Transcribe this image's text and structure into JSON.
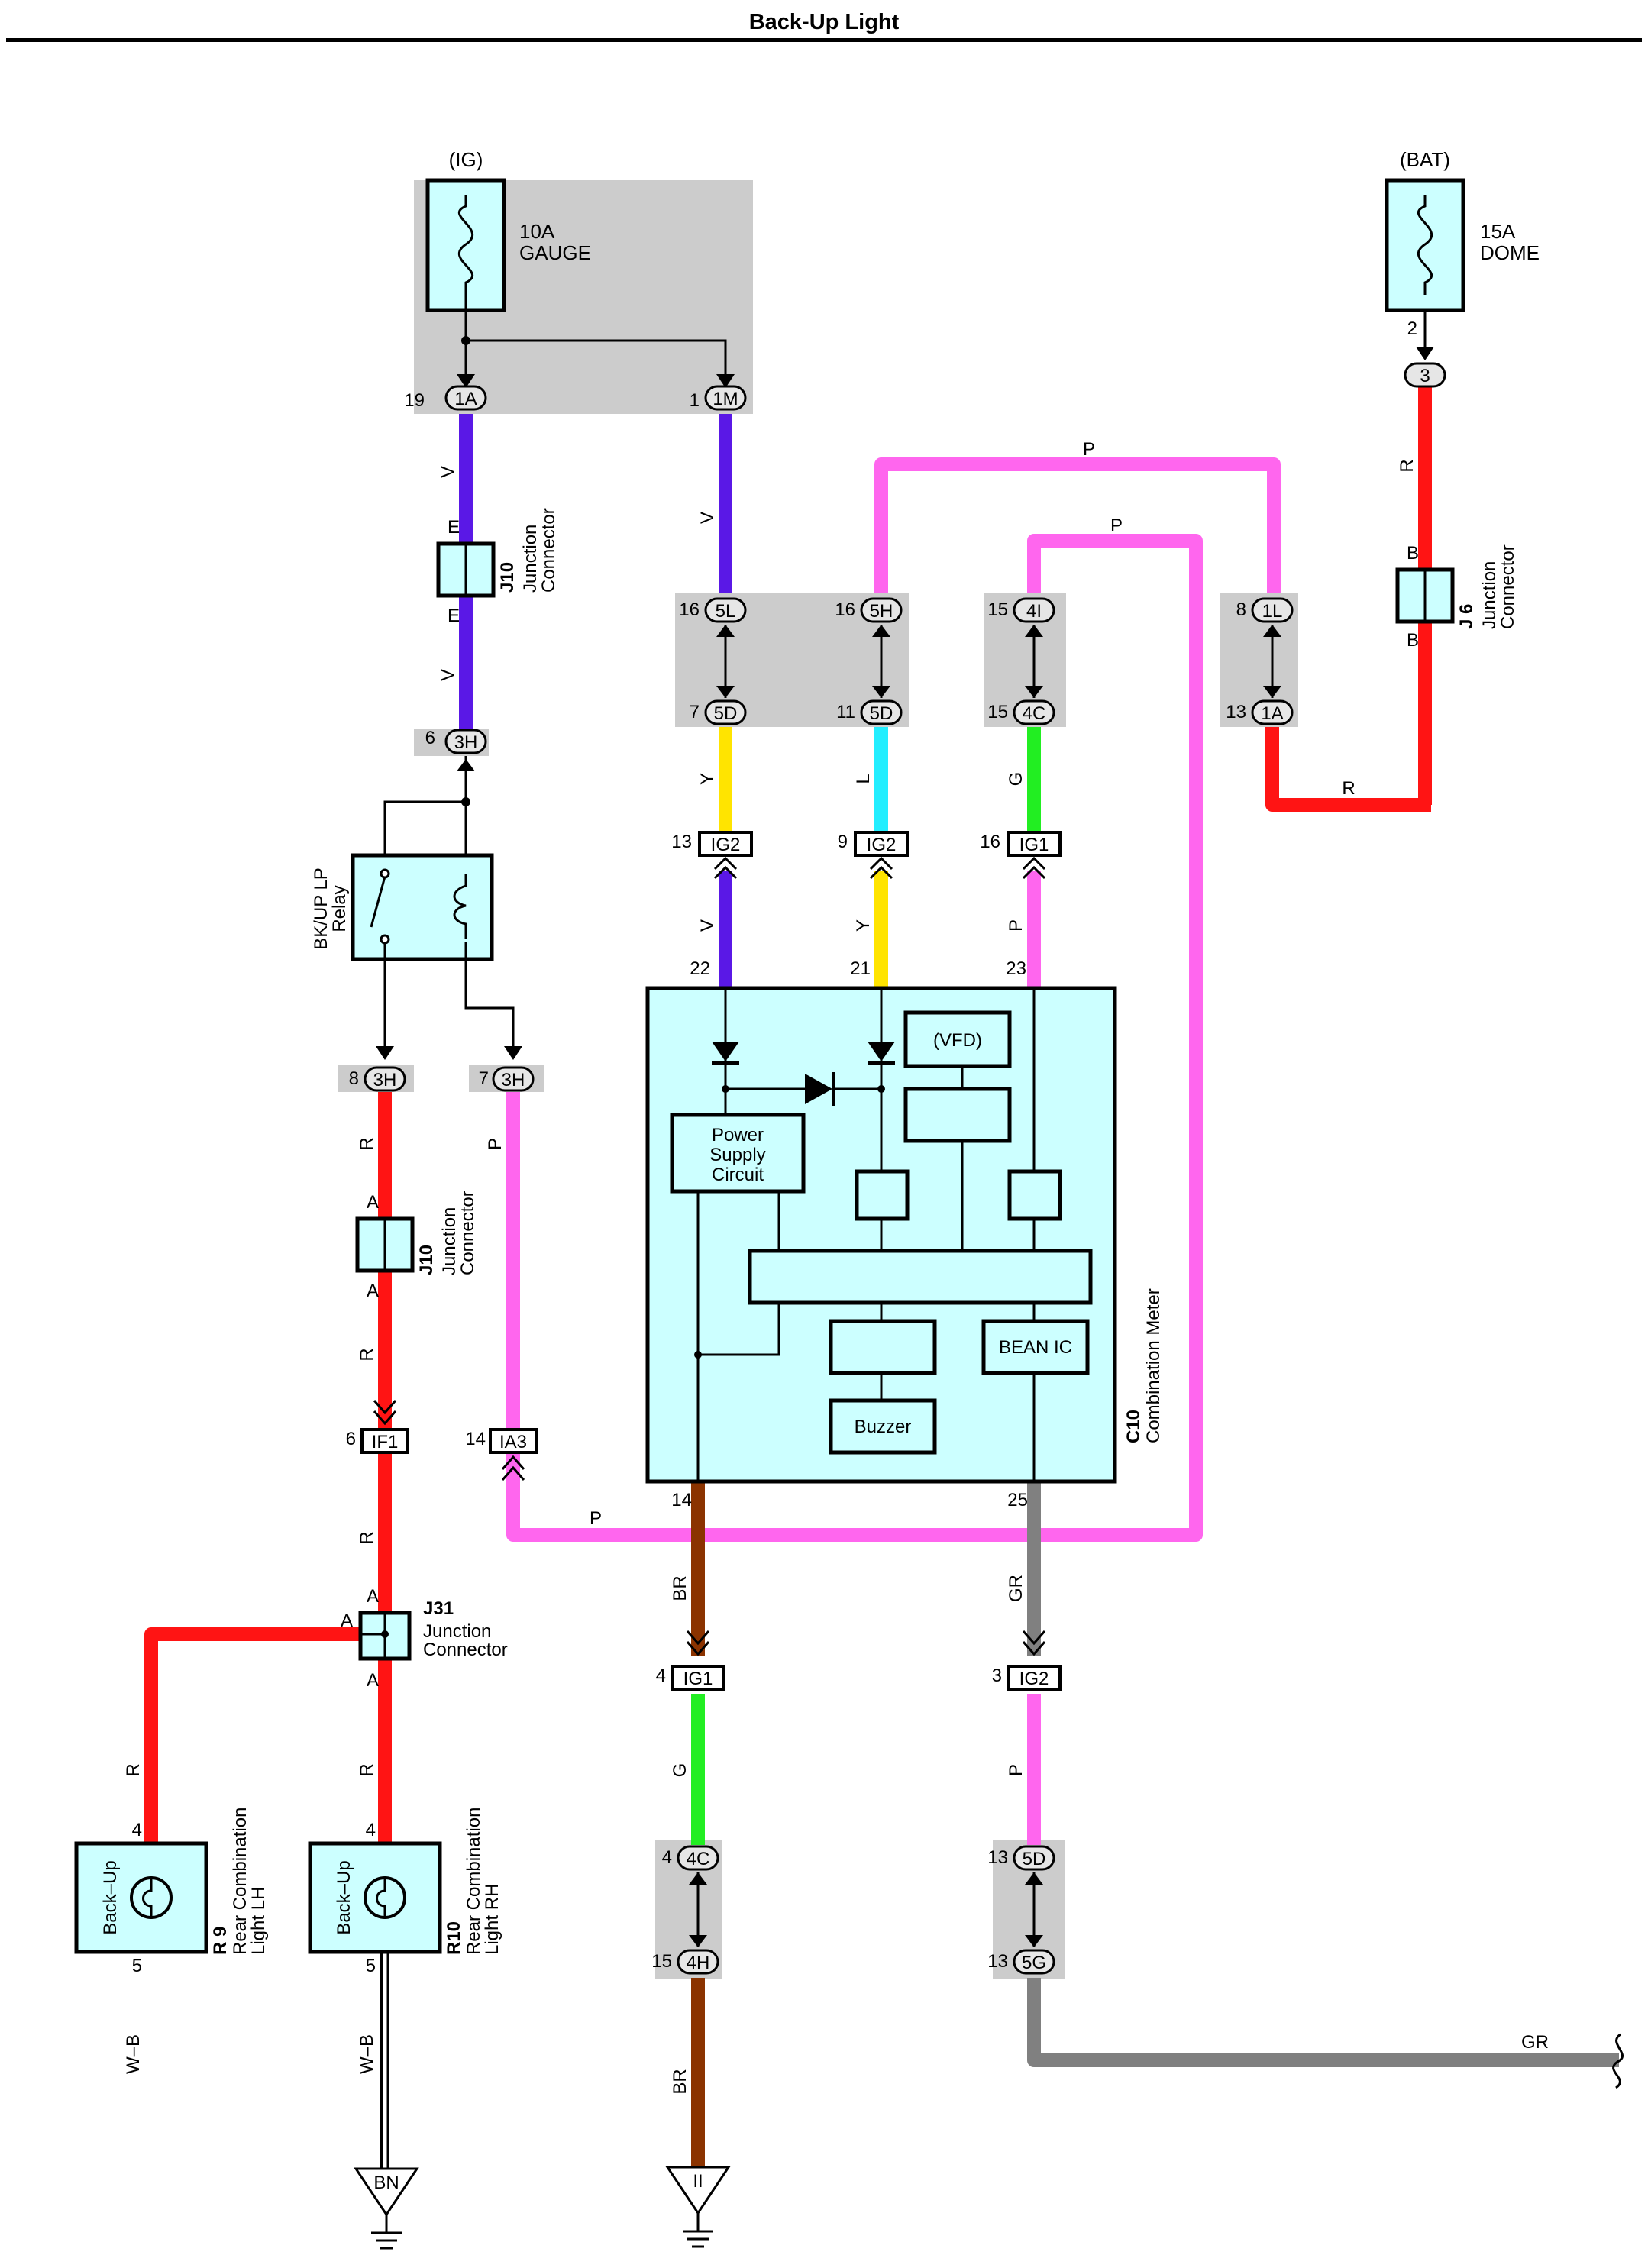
{
  "title": "Back-Up Light",
  "colors": {
    "V": "#5a18e6",
    "R": "#ff1414",
    "P": "#ff66ee",
    "Y": "#ffe400",
    "L": "#22eeff",
    "G": "#22ee22",
    "BR": "#8b3300",
    "GR": "#808080",
    "component_fill": "#ccffff",
    "shade": "#cccccc"
  },
  "power": {
    "ig": {
      "source": "(IG)",
      "fuse_amp": "10A",
      "fuse_name": "GAUGE"
    },
    "bat": {
      "source": "(BAT)",
      "fuse_amp": "15A",
      "fuse_name": "DOME",
      "pin": "2",
      "conn": "3"
    }
  },
  "fuse_pins": {
    "a_pin": "19",
    "a_conn": "1A",
    "b_pin": "1",
    "b_conn": "1M"
  },
  "wire_codes": {
    "V": "V",
    "R": "R",
    "P": "P",
    "Y": "Y",
    "L": "L",
    "G": "G",
    "BR": "BR",
    "GR": "GR",
    "WB": "W–B",
    "E": "E",
    "A": "A",
    "B": "B"
  },
  "components": {
    "j10": {
      "code": "J10",
      "name1": "Junction",
      "name2": "Connector"
    },
    "j6": {
      "code": "J 6",
      "name1": "Junction",
      "name2": "Connector"
    },
    "j31": {
      "code": "J31",
      "name1": "Junction",
      "name2": "Connector"
    },
    "relay": {
      "name1": "BK/UP LP",
      "name2": "Relay"
    },
    "c10": {
      "code": "C10",
      "name": "Combination Meter"
    },
    "r9": {
      "code": "R 9",
      "name1": "Rear Combination",
      "name2": "Light LH",
      "label": "Back–Up"
    },
    "r10": {
      "code": "R10",
      "name1": "Rear Combination",
      "name2": "Light RH",
      "label": "Back–Up"
    }
  },
  "meter": {
    "psc1": "Power",
    "psc2": "Supply",
    "psc3": "Circuit",
    "vfd": "(VFD)",
    "bean": "BEAN IC",
    "buzzer": "Buzzer"
  },
  "connectors": {
    "c3h_top": {
      "pin": "6",
      "id": "3H"
    },
    "c3h_left": {
      "pin": "8",
      "id": "3H"
    },
    "c3h_right": {
      "pin": "7",
      "id": "3H"
    },
    "c5l": {
      "pin": "16",
      "id": "5L"
    },
    "c5d_a": {
      "pin": "7",
      "id": "5D"
    },
    "c5h": {
      "pin": "16",
      "id": "5H"
    },
    "c5d_b": {
      "pin": "11",
      "id": "5D"
    },
    "c4i": {
      "pin": "15",
      "id": "4I"
    },
    "c4c_top": {
      "pin": "15",
      "id": "4C"
    },
    "c1l": {
      "pin": "8",
      "id": "1L"
    },
    "c1a_r": {
      "pin": "13",
      "id": "1A"
    },
    "ig2_a": {
      "pin": "13",
      "id": "IG2"
    },
    "ig2_b": {
      "pin": "9",
      "id": "IG2"
    },
    "ig1_a": {
      "pin": "16",
      "id": "IG1"
    },
    "if1": {
      "pin": "6",
      "id": "IF1"
    },
    "ia3": {
      "pin": "14",
      "id": "IA3"
    },
    "ig1_b": {
      "pin": "4",
      "id": "IG1"
    },
    "ig2_c": {
      "pin": "3",
      "id": "IG2"
    },
    "c4c_bot": {
      "pin": "4",
      "id": "4C"
    },
    "c4h": {
      "pin": "15",
      "id": "4H"
    },
    "c5d_c": {
      "pin": "13",
      "id": "5D"
    },
    "c5g": {
      "pin": "13",
      "id": "5G"
    }
  },
  "meter_pins": {
    "p22": "22",
    "p21": "21",
    "p23": "23",
    "p14": "14",
    "p25": "25"
  },
  "lamp_pins": {
    "r9_top": "4",
    "r9_bot": "5",
    "r10_top": "4",
    "r10_bot": "5"
  },
  "grounds": {
    "bn": "BN",
    "ii": "II"
  }
}
